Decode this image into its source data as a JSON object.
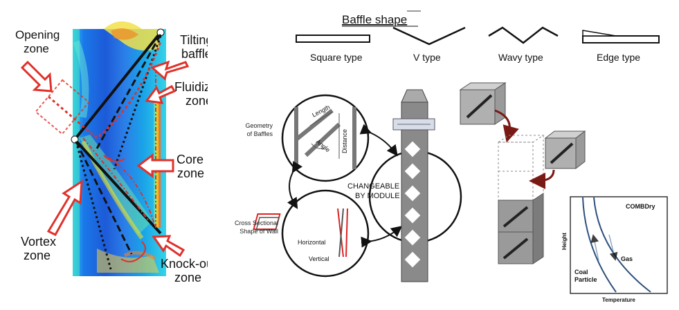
{
  "left_panel": {
    "labels": {
      "opening_zone": [
        "Opening",
        "zone"
      ],
      "tilting_baffle": [
        "Tilting",
        "baffle"
      ],
      "fluidized_zone": [
        "Fluidized",
        "zone"
      ],
      "core_zone": [
        "Core",
        "zone"
      ],
      "vortex_zone": [
        "Vortex",
        "zone"
      ],
      "knockout_zone": [
        "Knock-out",
        "zone"
      ]
    },
    "colors": {
      "arrow": "#e0312b",
      "baffle": "#111111"
    }
  },
  "baffle_shapes": {
    "title": "Baffle shape",
    "types": [
      "Square type",
      "V type",
      "Wavy type",
      "Edge type"
    ]
  },
  "main_panel": {
    "geometry_label": [
      "Geometry",
      "of Baffles"
    ],
    "dimension_labels": [
      "Length",
      "Angle",
      "Distance"
    ],
    "changeable_label": [
      "CHANGEABLE",
      "BY MODULE"
    ],
    "wall_label": [
      "Cross Sectional",
      "Shape of Wall"
    ],
    "orientation_labels": [
      "Horizontal",
      "Vertical"
    ],
    "colors": {
      "arrow_dark": "#7a1a14",
      "module_gray": "#8a8a8a"
    }
  },
  "chart": {
    "title": "COMBDry",
    "xlabel": "Temperature",
    "ylabel": "Height",
    "curve_labels": [
      "Gas",
      "Coal",
      "Particle"
    ],
    "colors": {
      "curve": "#2c4f7c",
      "arrow": "#6f8fb5"
    }
  }
}
